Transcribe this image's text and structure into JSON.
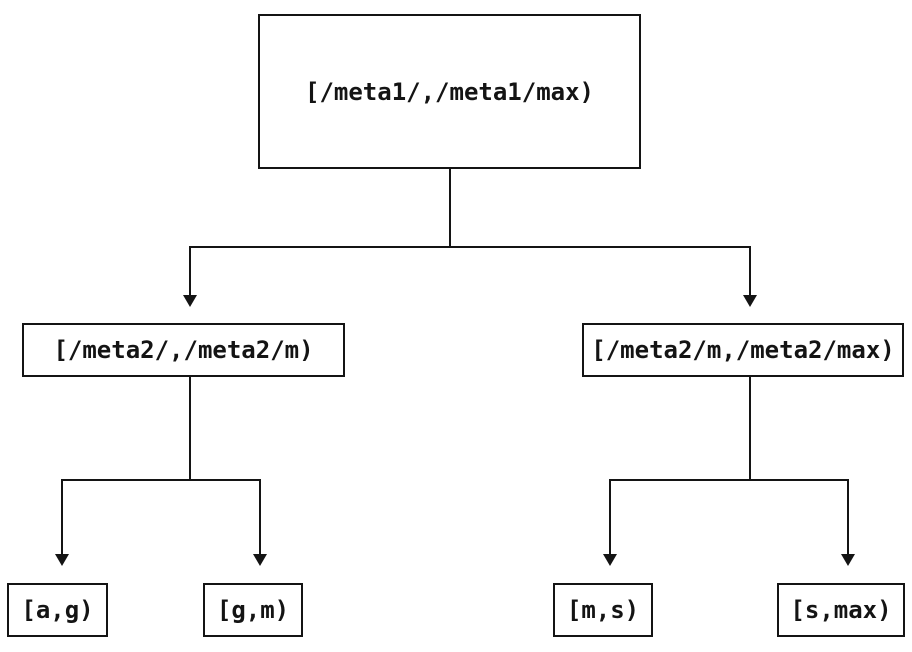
{
  "colors": {
    "background": "#ffffff",
    "line": "#141414",
    "text": "#141414"
  },
  "tree": {
    "root": {
      "label": "[/meta1/,/meta1/max)"
    },
    "children": [
      {
        "label": "[/meta2/,/meta2/m)",
        "children": [
          {
            "label": "[a,g)"
          },
          {
            "label": "[g,m)"
          }
        ]
      },
      {
        "label": "[/meta2/m,/meta2/max)",
        "children": [
          {
            "label": "[m,s)"
          },
          {
            "label": "[s,max)"
          }
        ]
      }
    ]
  }
}
